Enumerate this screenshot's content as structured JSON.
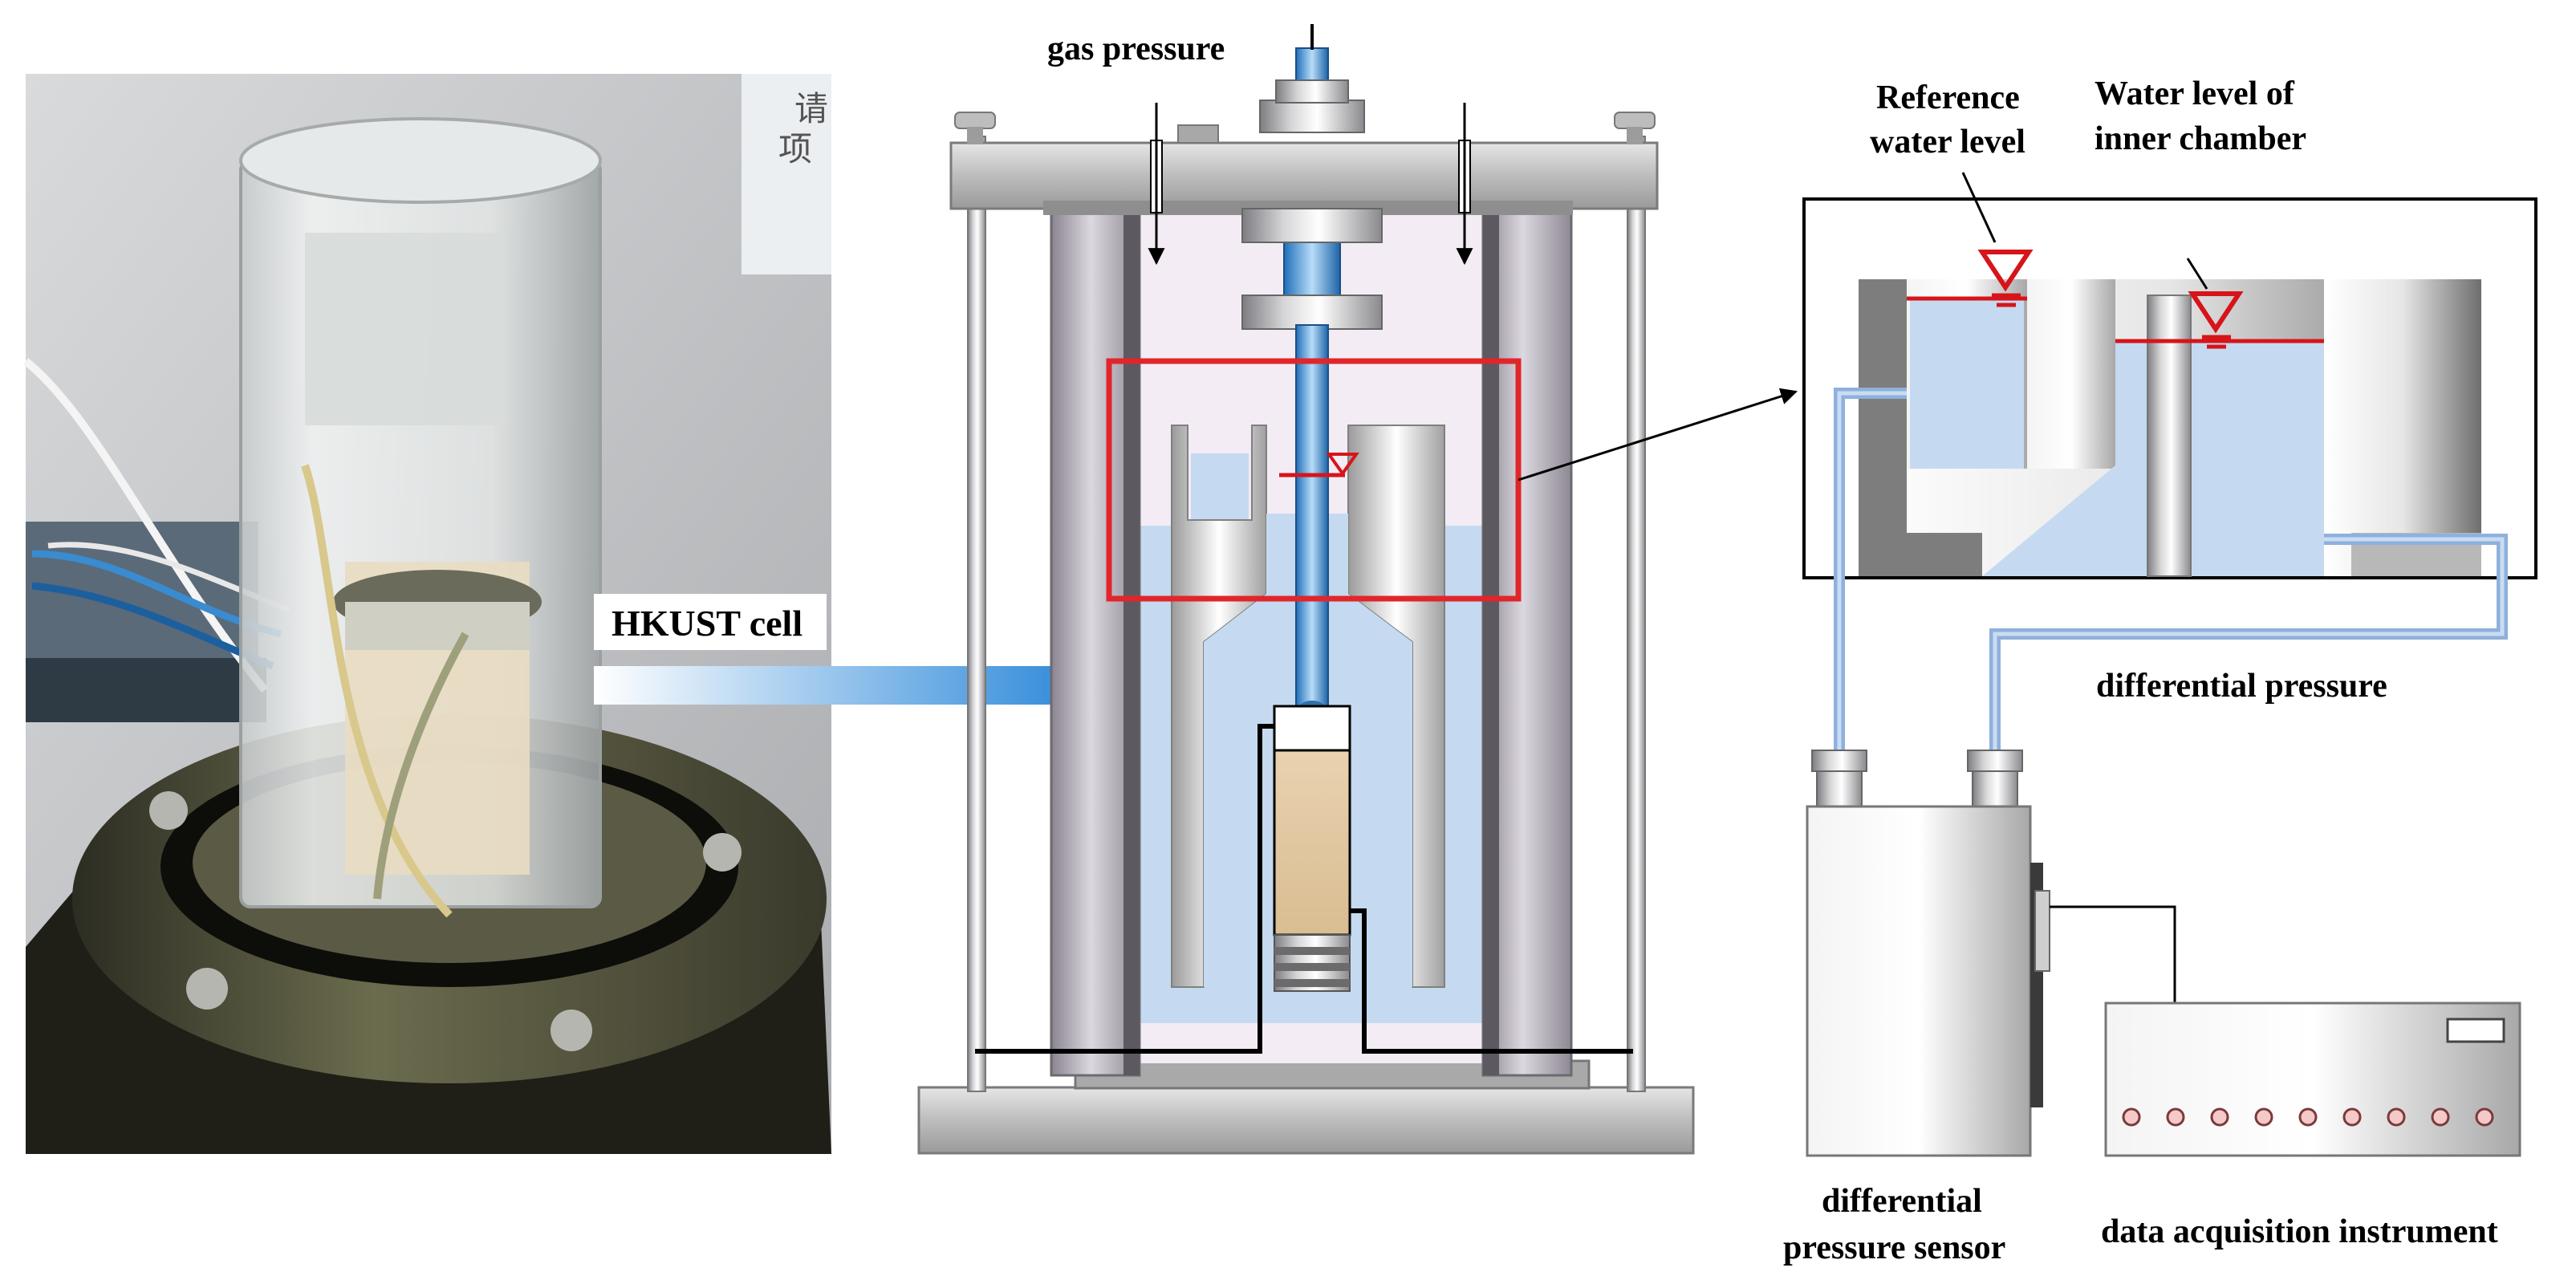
{
  "labels": {
    "hkust_cell": "HKUST cell",
    "gas_pressure": "gas pressure",
    "reference_water_level_line1": "Reference",
    "reference_water_level_line2": "water level",
    "inner_chamber_level_line1": "Water level of",
    "inner_chamber_level_line2": "inner chamber",
    "differential_pressure": "differential pressure",
    "sensor_line1": "differential",
    "sensor_line2": "pressure sensor",
    "data_acquisition": "data acquisition instrument"
  },
  "photo": {
    "sticker_text": "请\n项"
  },
  "colors": {
    "water": "#c5daf0",
    "steel": "#b9b9b9",
    "highlight_box": "#e0262a",
    "water_level_marker": "#d7141a",
    "tubing": "#8fb0dc",
    "rod": "#4f95d6"
  },
  "instrument": {
    "indicator_count": 9
  }
}
